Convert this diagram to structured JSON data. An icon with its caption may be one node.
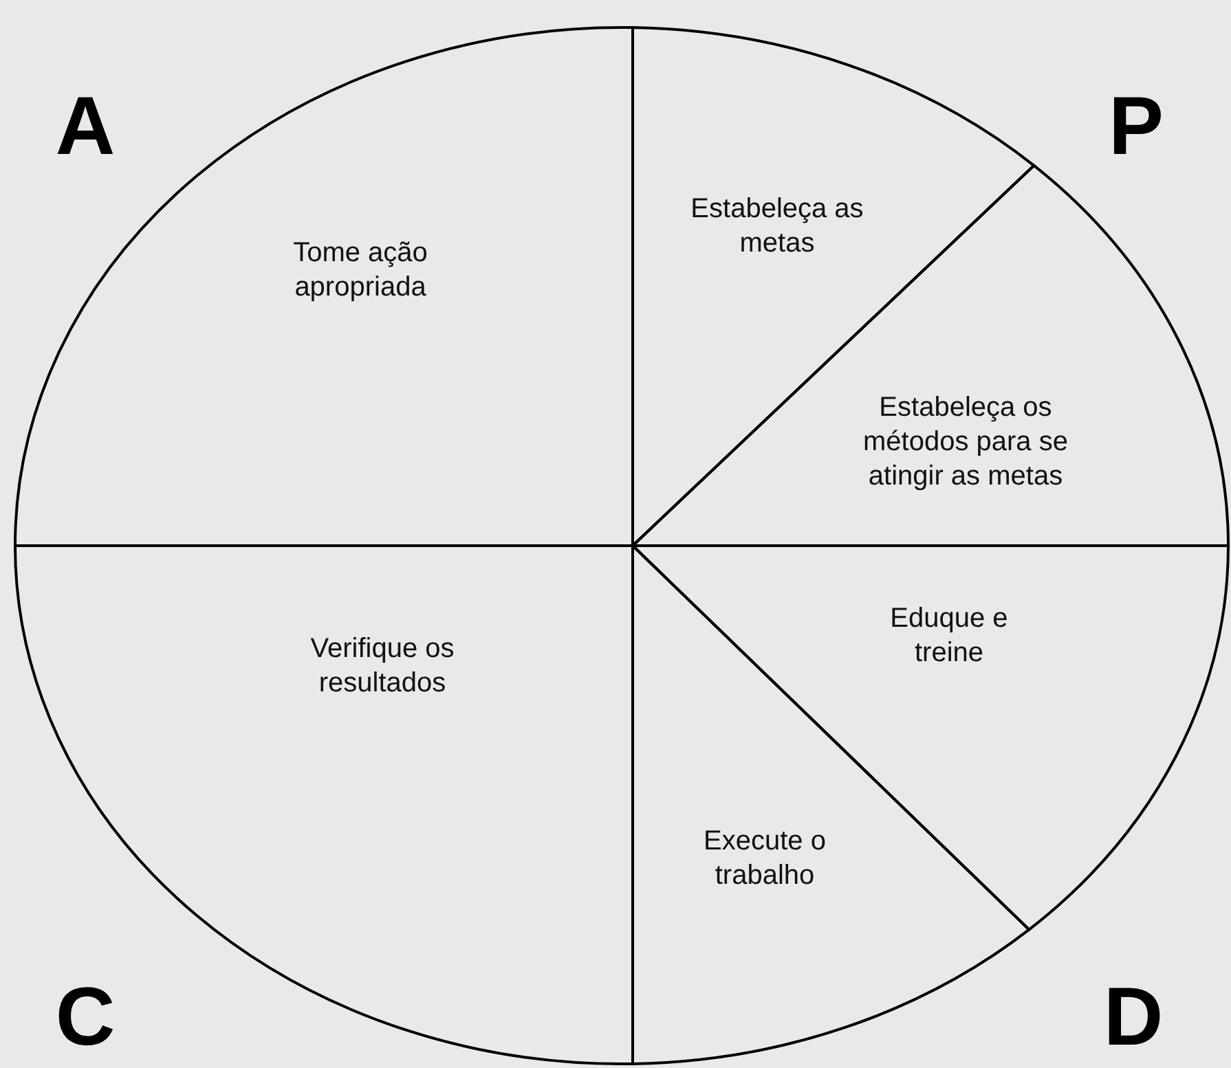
{
  "diagram": {
    "nodes": [
      {
        "text": [
          "Tome ação apropriada"
        ]
      },
      {
        "text": [
          "Estabeleça as metas"
        ]
      },
      {
        "text": [
          "Estabeleça os métodos para se atingir as metas"
        ]
      },
      {
        "text": [
          "Verifique os resultados"
        ]
      },
      {
        "text": [
          "Eduque e treine"
        ]
      },
      {
        "text": [
          "Execute o trabalho"
        ]
      }
    ],
    "edges": [],
    "labels": [
      "A",
      "P",
      "C",
      "D"
    ]
  }
}
